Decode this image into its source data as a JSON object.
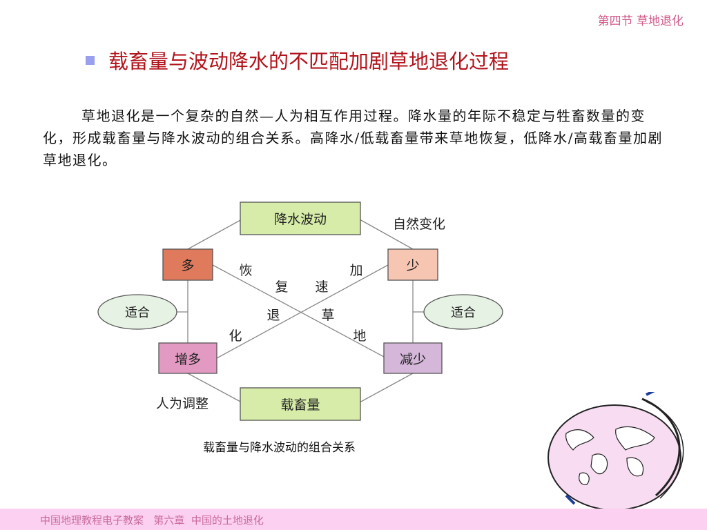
{
  "header": {
    "section": "第四节 草地退化"
  },
  "title": "载畜量与波动降水的不匹配加剧草地退化过程",
  "paragraph": "草地退化是一个复杂的自然—人为相互作用过程。降水量的年际不稳定与牲畜数量的变化，形成载畜量与降水波动的组合关系。高降水/低载畜量带来草地恢复，低降水/高载畜量加剧草地退化。",
  "diagram": {
    "top_box": "降水波动",
    "bottom_box": "载畜量",
    "left_top": "多",
    "right_top": "少",
    "left_bottom": "增多",
    "right_bottom": "减少",
    "left_oval": "适合",
    "right_oval": "适合",
    "natural_label": "自然变化",
    "human_label": "人为调整",
    "diag_a": [
      "恢",
      "复",
      "草",
      "地"
    ],
    "diag_b": [
      "加",
      "速",
      "退",
      "化"
    ],
    "caption": "载畜量与降水波动的组合关系",
    "colors": {
      "green_box": "#d6eca8",
      "orange_box": "#e07a5c",
      "peach_box": "#f7c6b2",
      "pink_box": "#e29ac2",
      "lilac_box": "#d4b7d9",
      "oval": "#e6f2e4",
      "accent_title": "#b2141c",
      "footer_bg": "#fbd0f0"
    }
  },
  "footer": {
    "text": "中国地理教程电子教案   第六章  中国的土地退化"
  }
}
